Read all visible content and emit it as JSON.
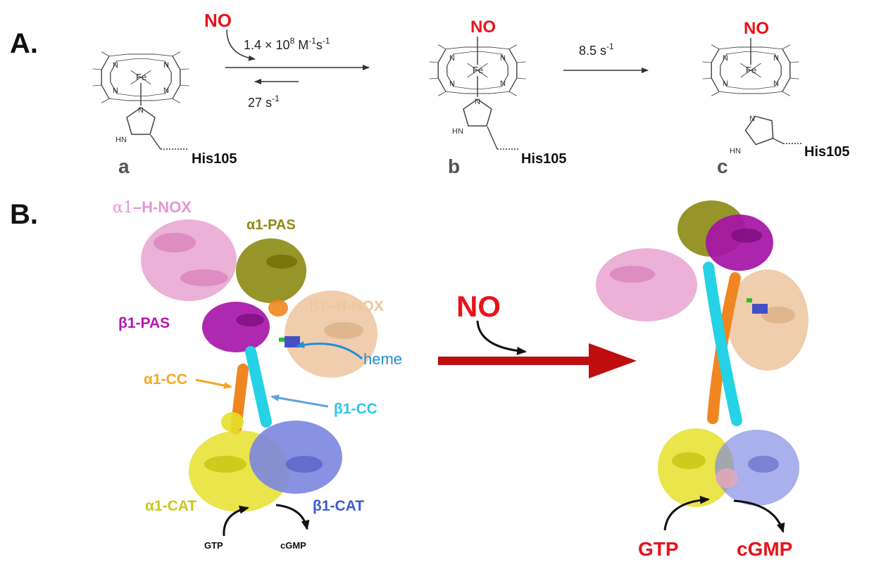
{
  "panel_a": {
    "label": "A.",
    "no_label": "NO",
    "atoms": {
      "fe": "Fe",
      "n": "N",
      "hn": "HN"
    },
    "rates": {
      "forward_mantissa": "1.4 × 10",
      "forward_exp": "8",
      "forward_unit_m": " M",
      "forward_unit_m_exp": "-1",
      "forward_unit_s": "s",
      "forward_unit_s_exp": "-1",
      "reverse": "27 s",
      "reverse_exp": "-1",
      "second": "8.5 s",
      "second_exp": "-1"
    },
    "species": [
      {
        "letter": "a",
        "residue": "His105"
      },
      {
        "letter": "b",
        "residue": "His105"
      },
      {
        "letter": "c",
        "residue": "His105"
      }
    ]
  },
  "panel_b": {
    "label": "B.",
    "no_label": "NO",
    "domains": {
      "a1_hnox": {
        "greek": "α1",
        "rest": "–H-NOX"
      },
      "a1_pas": "α1-PAS",
      "b1_hnox": {
        "greek": "β1",
        "rest": "–H-NOX"
      },
      "b1_pas": "β1-PAS",
      "heme": "heme",
      "a1_cc": "α1-CC",
      "b1_cc": "β1-CC",
      "a1_cat": "α1-CAT",
      "b1_cat": "β1-CAT"
    },
    "left_substrate": "GTP",
    "left_product": "cGMP",
    "right_substrate": "GTP",
    "right_product": "cGMP"
  },
  "colors": {
    "no_red": "#e8131a",
    "big_arrow": "#c00d0d",
    "hnox_alpha": "#e8a3cf",
    "pas_alpha": "#8a8a12",
    "hnox_beta": "#eec8a4",
    "pas_beta": "#a512a6",
    "cc_alpha": "#f0861f",
    "cc_beta": "#26d2e6",
    "cat_alpha": "#e6e02a",
    "cat_beta": "#7b86e0",
    "heme_label": "#1f8fd6",
    "a1cc_label": "#f5a623",
    "b1cc_label": "#2ec4f0",
    "a1pas_label": "#8c8a12",
    "a1cat_label": "#c8c81a",
    "b1cat_label": "#3c5bd0",
    "b1hnox_label": "#f0c79a",
    "a1hnox_label": "#e796d2",
    "b1pas_label": "#b514b5"
  }
}
